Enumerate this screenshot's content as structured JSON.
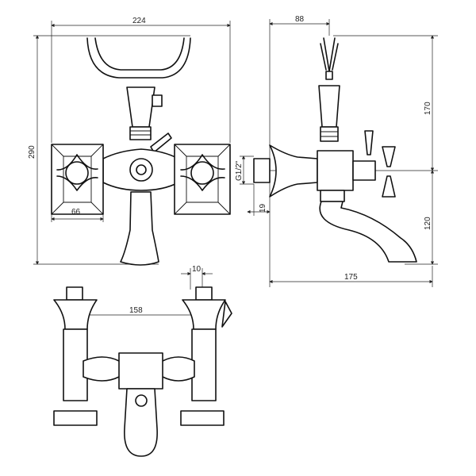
{
  "drawing": {
    "title": "Bath mixer technical drawing",
    "front_view": {
      "width_label": "224",
      "height_label": "290",
      "handle_box_label": "66"
    },
    "side_view": {
      "depth_label": "88",
      "upper_height_label": "170",
      "thread_label": "G1/2\"",
      "thread_length_label": "19",
      "lower_height_label": "120",
      "spout_reach_label": "175"
    },
    "top_view": {
      "pipe_label": "10",
      "centers_label": "158"
    }
  }
}
